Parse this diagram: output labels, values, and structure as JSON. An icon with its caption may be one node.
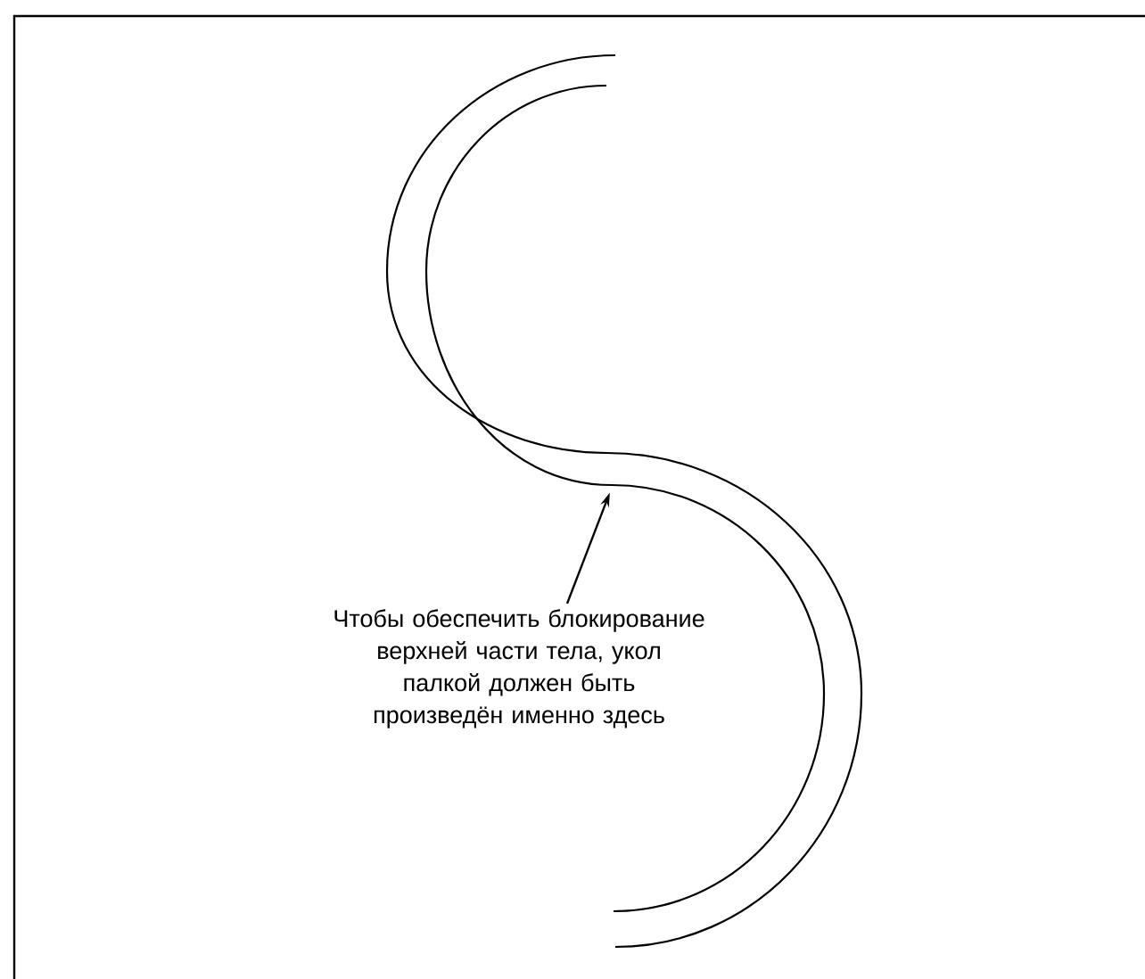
{
  "diagram": {
    "nodes": [
      {
        "text": [
          "Чтобы обеспечить блокирование верхней части тела, укол палкой должен быть произведён именно здесь"
        ]
      },
      {
        "text": [],
        "shape": "picture"
      }
    ],
    "edges": [
      {
        "from": 0,
        "to": 1,
        "arrow": "to"
      }
    ]
  }
}
